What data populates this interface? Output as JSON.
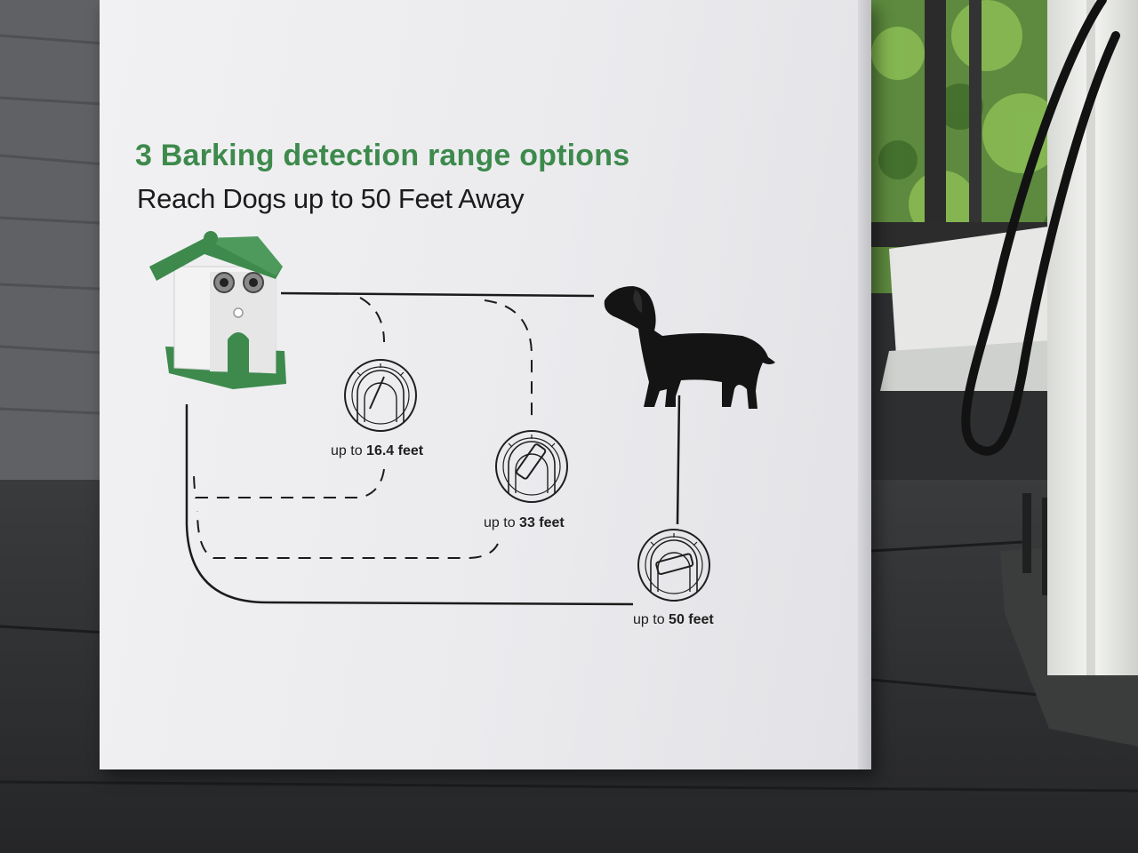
{
  "box_text": {
    "headline": "3 Barking detection range options",
    "subline": "Reach Dogs up to 50 Feet Away"
  },
  "ranges": [
    {
      "prefix": "up to",
      "value": "16.4 feet"
    },
    {
      "prefix": "up to",
      "value": "33 feet"
    },
    {
      "prefix": "up to",
      "value": "50 feet"
    }
  ],
  "colors": {
    "brand_green": "#3d8a4c",
    "box_white": "#f1f1f3",
    "ink": "#1b1b1b"
  },
  "icons": [
    "bark-control-house-icon",
    "dog-silhouette-icon",
    "range-dial-icon"
  ]
}
